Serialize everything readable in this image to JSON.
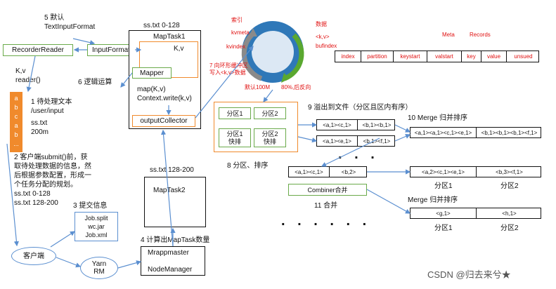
{
  "step5": {
    "num_label": "5 默认",
    "format": "TextInputFormat"
  },
  "recorder_reader": "RecorderReader",
  "input_format": "InputFormat",
  "kv_read": "K,v",
  "reader_call": "reader()",
  "maptask1": {
    "title": "ss.txt 0-128",
    "name": "MapTask1",
    "kv": "K,v",
    "mapper": "Mapper",
    "map_call": "map(K,v)",
    "write_call": "Context.write(k,v)",
    "collector": "outputCollector"
  },
  "step6": "6 逻辑运算",
  "step1": {
    "title": "1 待处理文本",
    "path": "/user/input",
    "file": "ss.txt",
    "size": "200m"
  },
  "file_letters": [
    "a",
    "b",
    "c",
    "a",
    "b",
    "..."
  ],
  "step2": {
    "lines": [
      "2 客户端submit()前，获",
      "取待处理数据的信息，然",
      "后根据参数配置，形成一",
      "个任务分配的规划。"
    ],
    "split1": "ss.txt  0-128",
    "split2": "ss.txt  128-200"
  },
  "buffer": {
    "index_label": "索引",
    "kvmeta": "kvmeta",
    "kvindex": "kvindex",
    "data_label": "数据",
    "kv_label": "<k,v>",
    "bufindex": "bufindex",
    "default_size": "默认100M",
    "reverse": "80%,后反向"
  },
  "step7": {
    "line1": "7 向环形缓冲区",
    "line2": "写入<k,v>数据"
  },
  "meta_label": "Meta",
  "records_label": "Records",
  "meta_cells": [
    "index",
    "partition",
    "keystart",
    "valstart",
    "key",
    "value",
    "unsued"
  ],
  "step9": "9 溢出到文件（分区且区内有序）",
  "partition_sort": {
    "p1": "分区1",
    "p2": "分区2",
    "p1_sort": "分区1",
    "p2_sort": "分区2",
    "fast": "快排"
  },
  "step8": "8 分区、排序",
  "spill_files": [
    {
      "a": "<a,1><c,1>",
      "b": "<b,1><b,1>"
    },
    {
      "a": "<a,1><e,1>",
      "b": "<b,1><f,1>"
    }
  ],
  "step10": "10 Merge 归并排序",
  "merged": {
    "a": "<a,1><a,1><c,1><e,1>",
    "b": "<b,1><b,1><b,1><f,1>"
  },
  "combiner_out": {
    "a": "<a,1><c,1>",
    "b": "<b,2>"
  },
  "combined": {
    "a": "<a,2><c,1><e,1>",
    "b": "<b,3><f,1>"
  },
  "combiner_label": "Combiner合并",
  "step11": "11 合并",
  "area_labels": {
    "p1": "分区1",
    "p2": "分区2"
  },
  "merge2_label": "Merge 归并排序",
  "final": {
    "a": "<g,1>",
    "b": "<h,1>"
  },
  "maptask2": {
    "title": "ss.txt 128-200",
    "name": "MapTask2"
  },
  "step3": "3 提交信息",
  "submit_files": [
    "Job.split",
    "wc.jar",
    "Job.xml"
  ],
  "step4": "4 计算出MapTask数量",
  "cluster": {
    "master": "Mrappmaster",
    "node": "NodeManager"
  },
  "client": "客户端",
  "yarn": {
    "line1": "Yarn",
    "line2": "RM"
  },
  "watermark": "CSDN @归去来兮★",
  "colors": {
    "green": "#6aaa4a",
    "orange": "#f08a2c",
    "blue": "#5b8fd0",
    "red": "#e01010",
    "file_orange": "#f08a2c",
    "ring_blue": "#2f78b8",
    "ring_green": "#5aa830"
  }
}
